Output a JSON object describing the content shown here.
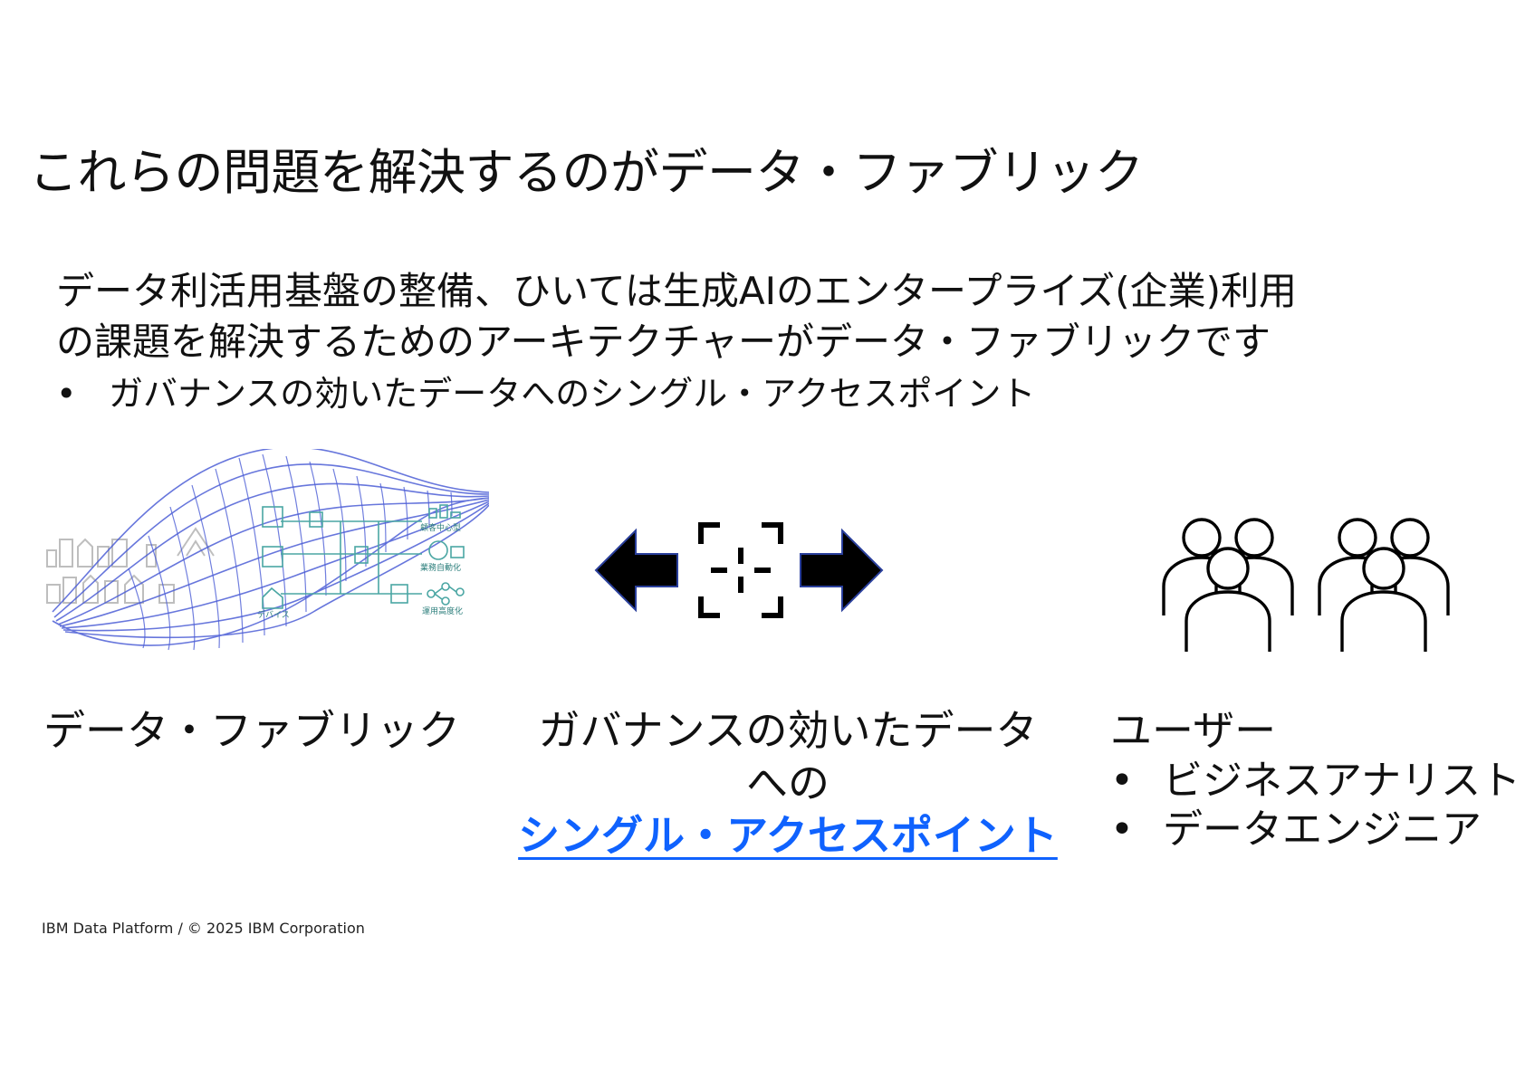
{
  "title": "これらの問題を解決するのがデータ・ファブリック",
  "lead": {
    "line1": "データ利活用基盤の整備、ひいては生成AIのエンタープライズ(企業)利用",
    "line2": "の課題を解決するためのアーキテクチャーがデータ・ファブリックです"
  },
  "bullet": {
    "marker": "•",
    "text": "ガバナンスの効いたデータへのシングル・アクセスポイント"
  },
  "fabric": {
    "label": "データ・ファブリック",
    "figure_labels": {
      "customer": "顧客中心型",
      "automation": "業務自動化",
      "device": "デバイス",
      "operations": "運用高度化"
    }
  },
  "access": {
    "line1": "ガバナンスの効いたデータ",
    "line2": "への",
    "link": "シングル・アクセスポイント"
  },
  "users": {
    "label": "ユーザー",
    "marker": "•",
    "items": [
      "ビジネスアナリスト",
      "データエンジニア"
    ]
  },
  "footer": "IBM Data Platform / © 2025 IBM Corporation",
  "colors": {
    "link": "#0f62fe",
    "mesh": "#4d5fd6",
    "teal": "#4aa6a3",
    "arrow_outline": "#2a3f9c"
  },
  "icons": [
    "data-fabric-mesh-illustration",
    "arrow-left-icon",
    "focus-crosshair-icon",
    "arrow-right-icon",
    "user-group-icon"
  ]
}
